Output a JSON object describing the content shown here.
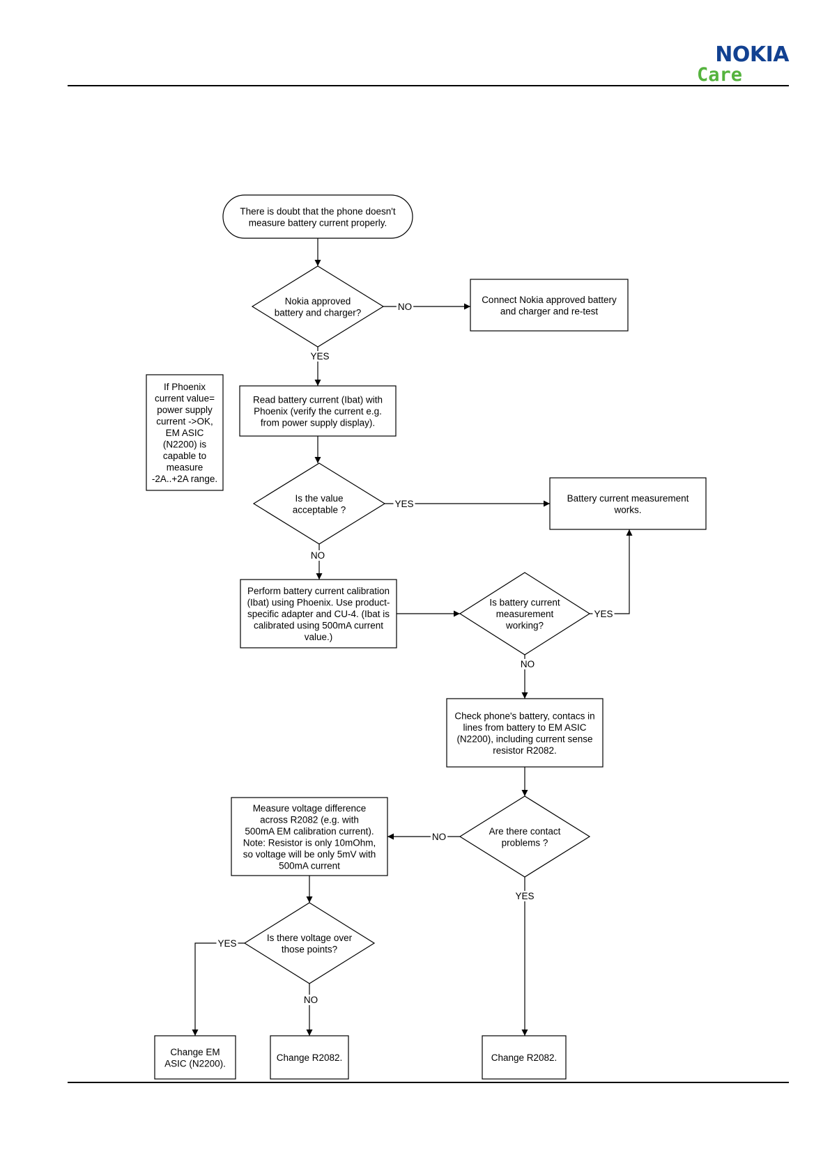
{
  "header": {
    "brand": "NOKIA",
    "subbrand": "Care",
    "brand_color": "#124191",
    "subbrand_color": "#55b33e"
  },
  "flowchart": {
    "nodes": {
      "start": [
        "There is doubt that the phone doesn't",
        "measure battery current properly."
      ],
      "q_approved": [
        "Nokia approved",
        "battery and charger?"
      ],
      "connect": [
        "Connect Nokia approved battery",
        "and charger and re-test"
      ],
      "note_phoenix": [
        "If Phoenix",
        "current value=",
        "power supply",
        "current ->OK,",
        "EM ASIC",
        "(N2200) is",
        "capable to",
        "measure",
        "-2A..+2A range."
      ],
      "read_current": [
        "Read battery current (Ibat) with",
        "Phoenix (verify the current e.g.",
        "from power supply display)."
      ],
      "q_acceptable": [
        "Is the value",
        "acceptable ?"
      ],
      "works": [
        "Battery current measurement",
        "works."
      ],
      "calibrate": [
        "Perform battery current calibration",
        "(Ibat) using Phoenix. Use product-",
        "specific adapter and CU-4. (Ibat is",
        "calibrated using 500mA current",
        "value.)"
      ],
      "q_working": [
        "Is battery current",
        "measurement",
        "working?"
      ],
      "check_contacts": [
        "Check phone's battery, contacs in",
        "lines from battery to EM ASIC",
        "(N2200), including current sense",
        "resistor R2082."
      ],
      "q_contact": [
        "Are there contact",
        "problems ?"
      ],
      "measure_voltage": [
        "Measure voltage difference",
        "across R2082 (e.g. with",
        "500mA EM calibration current).",
        "Note: Resistor is only 10mOhm,",
        "so voltage will be only 5mV with",
        "500mA current"
      ],
      "q_voltage": [
        "Is there voltage over",
        "those points?"
      ],
      "change_asic": [
        "Change EM",
        "ASIC (N2200)."
      ],
      "change_r2082_a": [
        "Change R2082."
      ],
      "change_r2082_b": [
        "Change R2082."
      ]
    },
    "edge_labels": {
      "approved_no": "NO",
      "approved_yes": "YES",
      "acceptable_yes": "YES",
      "acceptable_no": "NO",
      "working_yes": "YES",
      "working_no": "NO",
      "contact_no": "NO",
      "contact_yes": "YES",
      "voltage_yes": "YES",
      "voltage_no": "NO"
    }
  }
}
